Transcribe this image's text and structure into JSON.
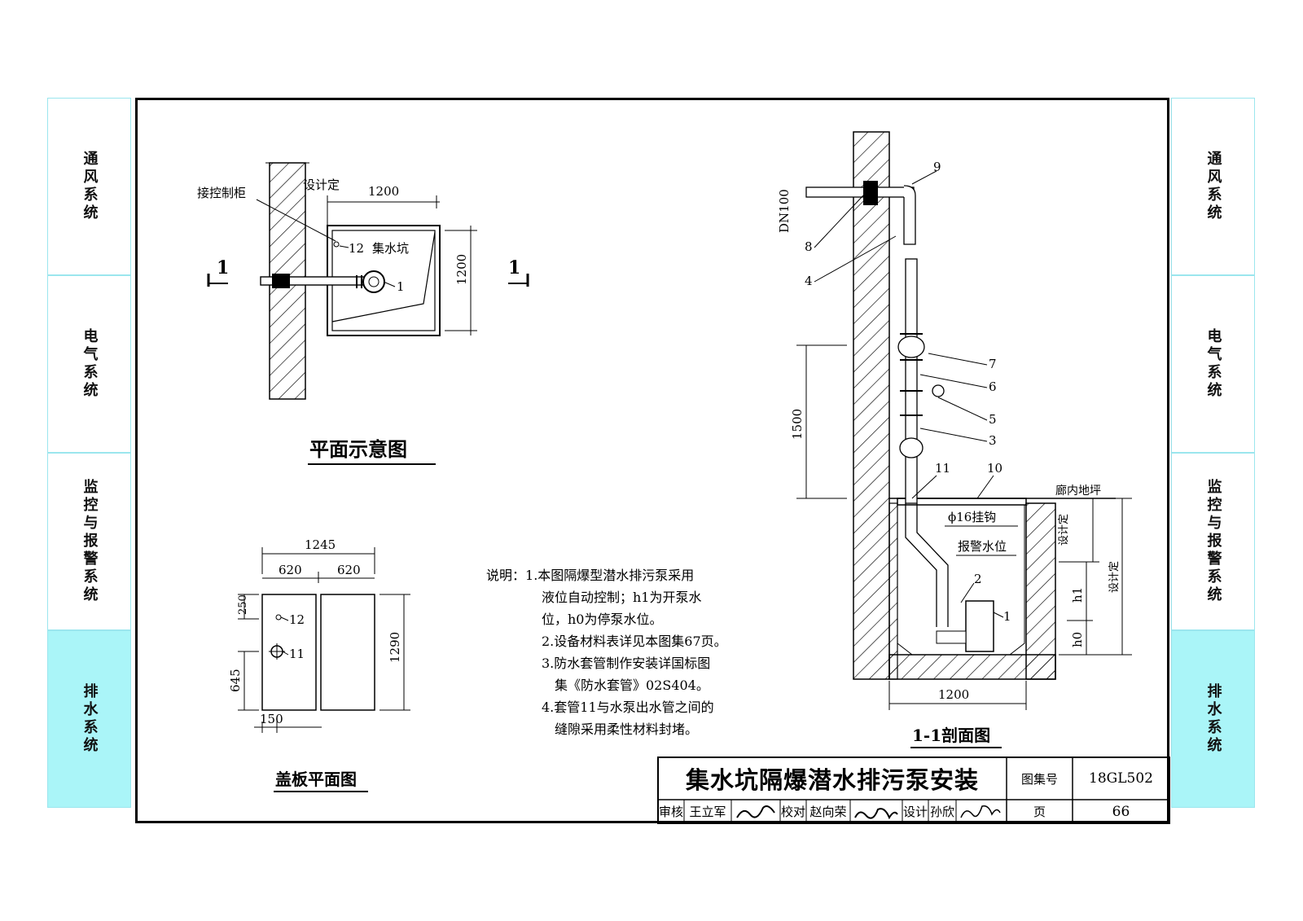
{
  "side_tabs": [
    "通风系统",
    "电气系统",
    "监控与报警系统",
    "排水系统"
  ],
  "active_tab": "排水系统",
  "plan_view": {
    "title": "平面示意图",
    "section_mark": "1",
    "label_control": "接控制柜",
    "label_design": "设计定",
    "dim_width": "1200",
    "dim_height": "1200",
    "label_pit": "集水坑",
    "tag_12": "12",
    "tag_1": "1"
  },
  "cover_plan": {
    "title": "盖板平面图",
    "dim_total": "1245",
    "dim_left": "620",
    "dim_right": "620",
    "dim_height": "1290",
    "dim_250": "250",
    "dim_645": "645",
    "dim_150": "150",
    "tag_12": "12",
    "tag_11": "11"
  },
  "notes": {
    "heading": "说明：",
    "items": [
      [
        "1.本图隔爆型潜水排污泵采用",
        "液位自动控制；h1为开泵水",
        "位，h0为停泵水位。"
      ],
      [
        "2.设备材料表详见本图集67页。"
      ],
      [
        "3.防水套管制作安装详国标图",
        "集《防水套管》02S404。"
      ],
      [
        "4.套管11与水泵出水管之间的",
        "缝隙采用柔性材料封堵。"
      ]
    ]
  },
  "section_view": {
    "title": "1-1剖面图",
    "pipe_dn": "DN100",
    "dim_1500": "1500",
    "dim_1200": "1200",
    "label_floor": "廊内地坪",
    "label_hook": "ϕ16挂钩",
    "label_alarm": "报警水位",
    "label_design_1": "设计定",
    "label_design_2": "设计定",
    "label_h1": "h1",
    "label_h0": "h0",
    "tags": [
      "9",
      "8",
      "4",
      "7",
      "6",
      "5",
      "3",
      "11",
      "10",
      "2",
      "1"
    ]
  },
  "title_block": {
    "drawing_title": "集水坑隔爆潜水排污泵安装",
    "atlas_label": "图集号",
    "atlas_no": "18GL502",
    "review_label": "审核",
    "reviewer": "王立军",
    "check_label": "校对",
    "checker": "赵向荣",
    "design_label": "设计",
    "designer": "孙欣",
    "page_label": "页",
    "page_no": "66"
  }
}
